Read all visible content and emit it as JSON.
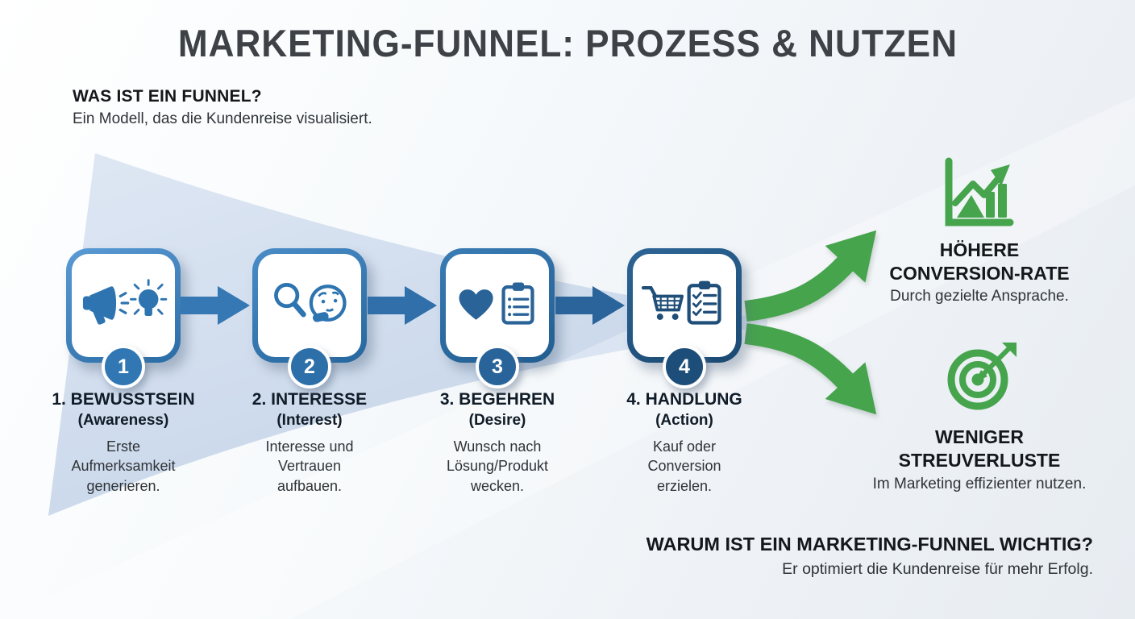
{
  "title": "MARKETING-FUNNEL: PROZESS & NUTZEN",
  "intro": {
    "heading": "WAS IST EIN FUNNEL?",
    "text": "Ein Modell, das die Kundenreise visualisiert."
  },
  "steps": [
    {
      "number": "1",
      "title": "1. BEWUSSTSEIN",
      "subtitle": "(Awareness)",
      "description": "Erste Aufmerksamkeit generieren.",
      "icon": "megaphone-lightbulb-icon"
    },
    {
      "number": "2",
      "title": "2. INTERESSE",
      "subtitle": "(Interest)",
      "description": "Interesse und Vertrauen aufbauen.",
      "icon": "magnifier-thinking-face-icon"
    },
    {
      "number": "3",
      "title": "3. BEGEHREN",
      "subtitle": "(Desire)",
      "description": "Wunsch nach Lösung/Produkt wecken.",
      "icon": "heart-clipboard-icon"
    },
    {
      "number": "4",
      "title": "4. HANDLUNG",
      "subtitle": "(Action)",
      "description": "Kauf oder Conversion erzielen.",
      "icon": "cart-checklist-icon"
    }
  ],
  "benefits": [
    {
      "title": "HÖHERE\nCONVERSION-RATE",
      "description": "Durch gezielte Ansprache.",
      "icon": "growth-chart-icon"
    },
    {
      "title": "WENIGER\nSTREUVERLUSTE",
      "description": "Im Marketing effizienter nutzen.",
      "icon": "target-dart-icon"
    }
  ],
  "outro": {
    "heading": "WARUM IST EIN MARKETING-FUNNEL WICHTIG?",
    "text": "Er optimiert die Kundenreise für mehr Erfolg."
  },
  "colors": {
    "primary_blue": "#2e74b0",
    "dark_navy": "#1f4e79",
    "funnel_wedge": "#cfdcee",
    "accent_green": "#46a44d",
    "title_gray": "#3e4247",
    "text_dark": "#2e3338"
  }
}
